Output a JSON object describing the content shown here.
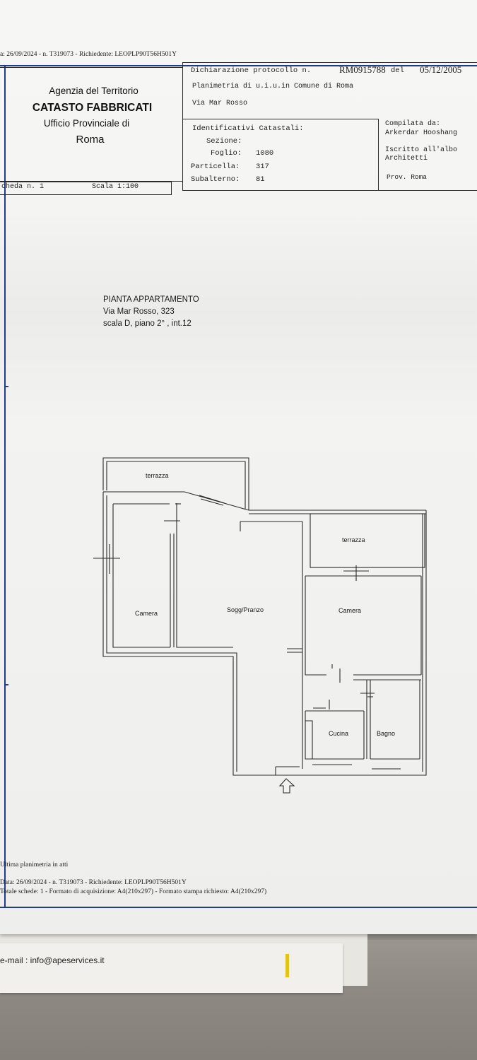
{
  "header": {
    "top_line": "a: 26/09/2024 - n. T319073 - Richiedente: LEOPLP90T56H501Y",
    "agency_line1": "Agenzia del Territorio",
    "agency_line2": "CATASTO FABBRICATI",
    "agency_line3": "Ufficio Provinciale di",
    "agency_line4": "Roma",
    "protocol_label": "Dichiarazione protocollo n.",
    "protocol_number": "RM0915788",
    "protocol_del": "del",
    "protocol_date": "05/12/2005",
    "planimetry": "Planimetria di u.i.u.in Comune di Roma",
    "street": "Via Mar Rosso",
    "identifiers_title": "Identificativi Catastali:",
    "sezione_label": "Sezione:",
    "foglio_label": "Foglio:",
    "foglio_value": "1080",
    "particella_label": "Particella:",
    "particella_value": "317",
    "subalterno_label": "Subalterno:",
    "subalterno_value": "81",
    "compiled_label": "Compilata da:",
    "compiled_name": "Arkerdar Hooshang",
    "enrolled_line1": "Iscritto all'albo",
    "enrolled_line2": "Architetti",
    "province": "Prov. Roma",
    "scheda": "cheda n. 1",
    "scala": "Scala 1:100"
  },
  "plan": {
    "title": "PIANTA APPARTAMENTO",
    "address": "Via Mar Rosso, 323",
    "detail": "scala D, piano 2° , int.12",
    "rooms": {
      "terrazza_1": "terrazza",
      "terrazza_2": "terrazza",
      "camera_1": "Camera",
      "soggiorno": "Sogg/Pranzo",
      "camera_2": "Camera",
      "cucina": "Cucina",
      "bagno": "Bagno"
    }
  },
  "footer": {
    "last_plan": "Ultima planimetria in atti",
    "data_line": "Data: 26/09/2024 - n. T319073 - Richiedente: LEOPLP90T56H501Y",
    "totals_line": "Totale schede: 1 - Formato di acquisizione: A4(210x297) - Formato stampa richiesto: A4(210x297)"
  },
  "beneath": {
    "email": "e-mail : info@apeservices.it"
  },
  "colors": {
    "frame_blue": "#233c8a",
    "ink": "#1e1e1e",
    "paper": "#f4f4f2"
  }
}
